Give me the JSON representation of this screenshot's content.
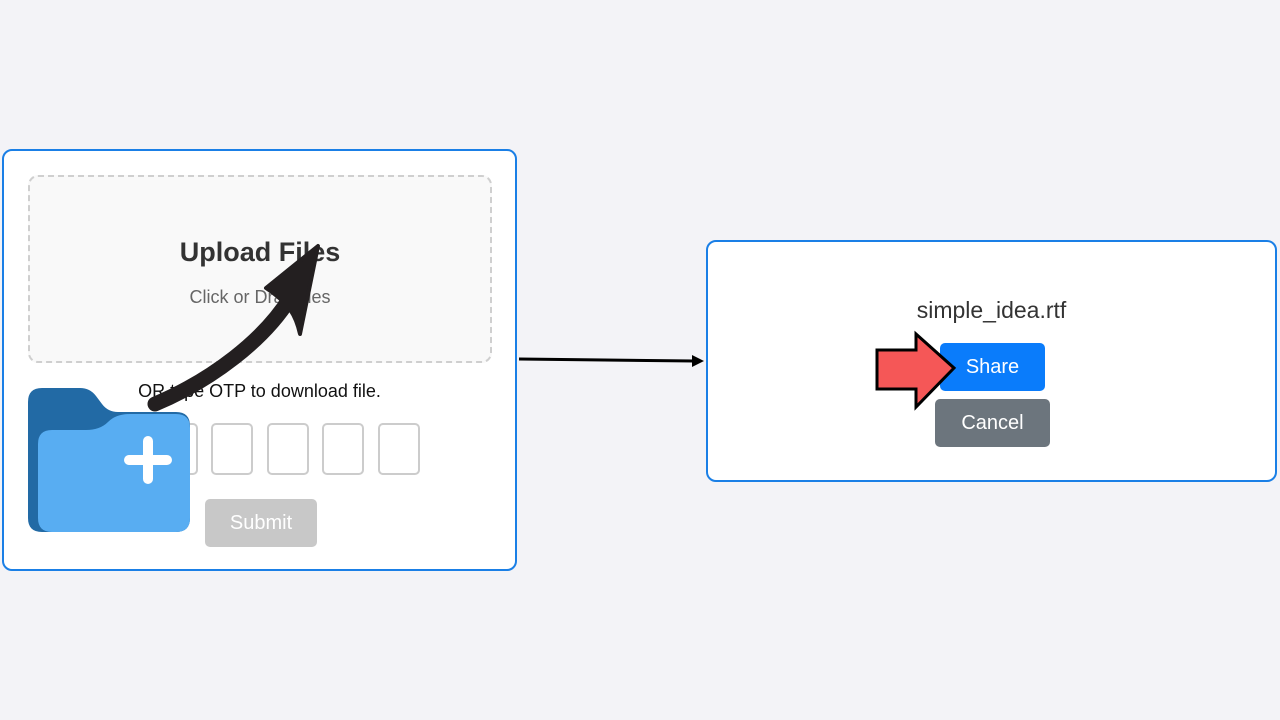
{
  "upload_panel": {
    "title": "Upload Files",
    "subtitle": "Click or Drag files",
    "otp_label": "OR type OTP to download file.",
    "otp_boxes": [
      "",
      "",
      "",
      "",
      "",
      ""
    ],
    "submit_label": "Submit"
  },
  "share_panel": {
    "filename": "simple_idea.rtf",
    "share_label": "Share",
    "cancel_label": "Cancel"
  },
  "colors": {
    "accent": "#1a7fe6",
    "share_button": "#0a7cfb",
    "cancel_button": "#6c757d",
    "submit_disabled": "#c8c8c8",
    "pointer_arrow": "#f55757",
    "folder_dark": "#226aa5",
    "folder_light": "#58adf2"
  },
  "icons": {
    "folder": "folder-plus-icon",
    "curved_arrow": "curved-arrow-icon",
    "connector_arrow": "right-arrow-icon",
    "pointer_arrow": "red-pointer-arrow-icon"
  }
}
